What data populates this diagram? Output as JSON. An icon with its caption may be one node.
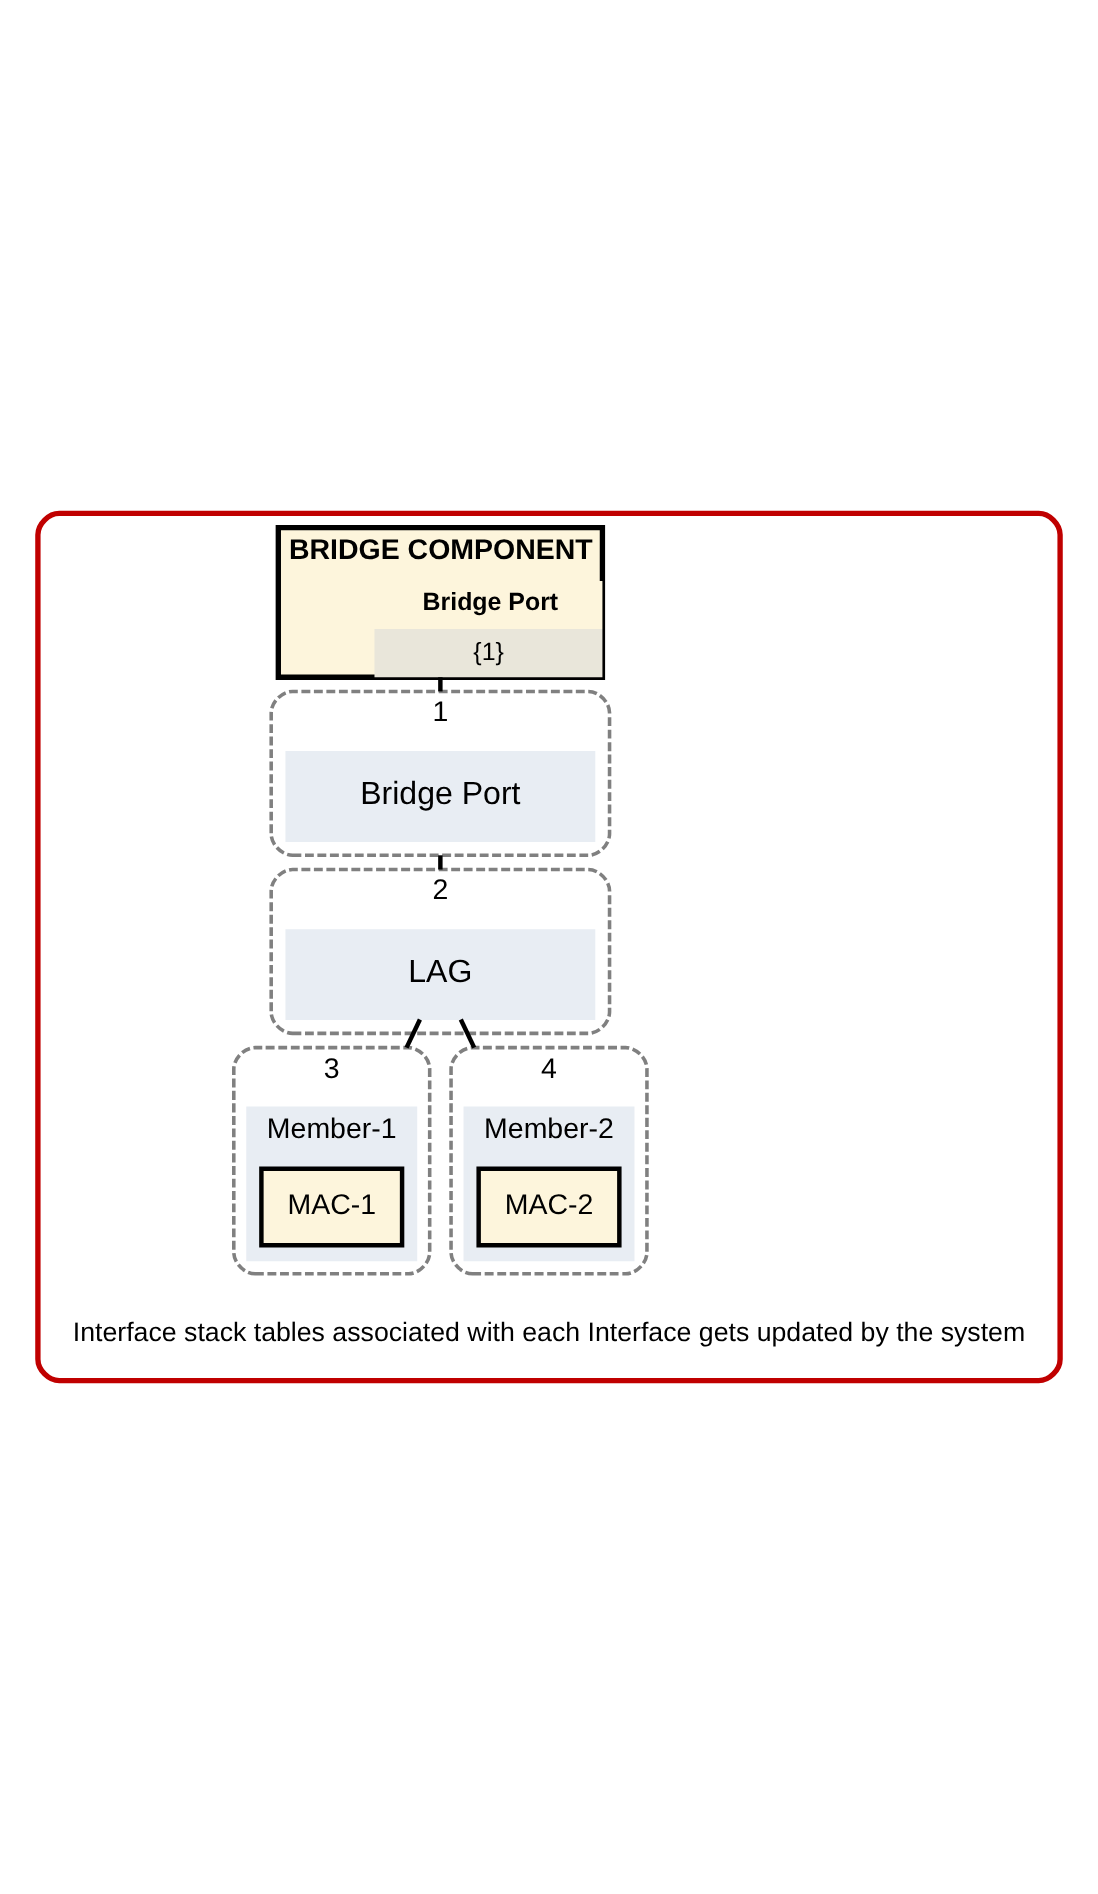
{
  "diagram": {
    "nodes": [
      {
        "text": [],
        "shape": "box"
      },
      {
        "text": [
          "BRIDGE COMPONENT",
          "Bridge Port",
          "{1}"
        ],
        "in": 0
      },
      {
        "text": [
          "1"
        ],
        "in": 0
      },
      {
        "text": [
          "Bridge Port"
        ],
        "in": 2
      },
      {
        "text": [
          "2"
        ],
        "in": 0
      },
      {
        "text": [
          "LAG"
        ],
        "in": 4
      },
      {
        "text": [
          "3"
        ],
        "in": 0
      },
      {
        "text": [
          "Member-1"
        ],
        "in": 6
      },
      {
        "text": [
          "MAC-1"
        ],
        "in": 7
      },
      {
        "text": [
          "4"
        ],
        "in": 0
      },
      {
        "text": [
          "Member-2"
        ],
        "in": 9
      },
      {
        "text": [
          "MAC-2"
        ],
        "in": 10
      }
    ],
    "edges": [
      {
        "from": 1,
        "to": 2,
        "arrow": "none"
      },
      {
        "from": 2,
        "to": 4,
        "arrow": "none"
      },
      {
        "from": 5,
        "to": 6,
        "arrow": "none"
      },
      {
        "from": 5,
        "to": 9,
        "arrow": "none"
      }
    ],
    "labels": [
      "Interface stack tables associated with each Interface gets updated by the system"
    ]
  }
}
